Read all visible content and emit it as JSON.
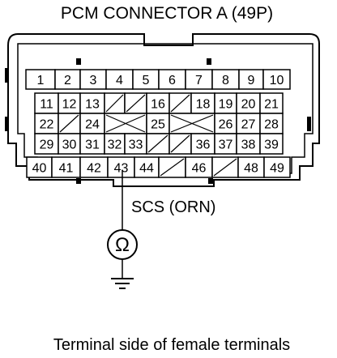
{
  "title": "PCM CONNECTOR A (49P)",
  "wire_label": "SCS (ORN)",
  "meter_symbol": "Ω",
  "caption": "Terminal side of female terminals",
  "connector": {
    "rows": [
      [
        {
          "t": "1"
        },
        {
          "t": "2"
        },
        {
          "t": "3"
        },
        {
          "t": "4"
        },
        {
          "t": "5"
        },
        {
          "t": "6"
        },
        {
          "t": "7"
        },
        {
          "t": "8"
        },
        {
          "t": "9"
        },
        {
          "t": "10"
        }
      ],
      [
        {
          "t": "11"
        },
        {
          "t": "12"
        },
        {
          "t": "13"
        },
        {
          "t": "",
          "x": "slash"
        },
        {
          "t": "",
          "x": "slash"
        },
        {
          "t": "16"
        },
        {
          "t": "",
          "x": "slash"
        },
        {
          "t": "18"
        },
        {
          "t": "19"
        },
        {
          "t": "20"
        },
        {
          "t": "21"
        }
      ],
      [
        {
          "t": "22"
        },
        {
          "t": "",
          "x": "slash"
        },
        {
          "t": "24"
        },
        {
          "t": "",
          "x": "cross"
        },
        {
          "t": "25"
        },
        {
          "t": "",
          "x": "cross"
        },
        {
          "t": "26"
        },
        {
          "t": "27"
        },
        {
          "t": "28"
        }
      ],
      [
        {
          "t": "29"
        },
        {
          "t": "30"
        },
        {
          "t": "31"
        },
        {
          "t": "32"
        },
        {
          "t": "33"
        },
        {
          "t": "",
          "x": "slash"
        },
        {
          "t": "",
          "x": "slash"
        },
        {
          "t": "36"
        },
        {
          "t": "37"
        },
        {
          "t": "38"
        },
        {
          "t": "39"
        }
      ],
      [
        {
          "t": "40"
        },
        {
          "t": "41"
        },
        {
          "t": "42"
        },
        {
          "t": "43"
        },
        {
          "t": "44"
        },
        {
          "t": "",
          "x": "slash"
        },
        {
          "t": "46"
        },
        {
          "t": "",
          "x": "slash"
        },
        {
          "t": "48"
        },
        {
          "t": "49"
        }
      ]
    ]
  }
}
